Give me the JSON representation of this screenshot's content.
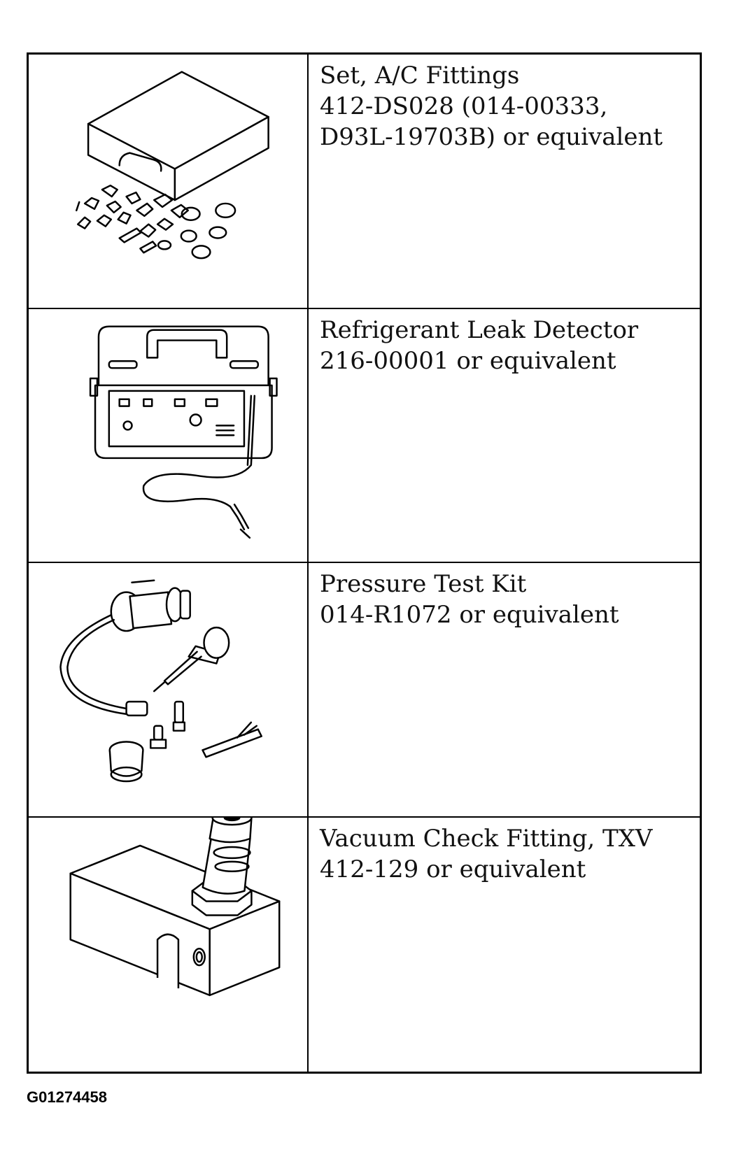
{
  "tools": [
    {
      "illustration_icon": "ac-fittings-case-icon",
      "lines": [
        "Set, A/C Fittings",
        "412-DS028 (014-00333,",
        "D93L-19703B) or equivalent"
      ]
    },
    {
      "illustration_icon": "leak-detector-icon",
      "lines": [
        "Refrigerant Leak Detector",
        "216-00001 or equivalent"
      ]
    },
    {
      "illustration_icon": "pressure-test-kit-icon",
      "lines": [
        "Pressure Test Kit",
        "014-R1072 or equivalent"
      ]
    },
    {
      "illustration_icon": "vacuum-check-fitting-icon",
      "lines": [
        "Vacuum Check Fitting, TXV",
        "412-129 or equivalent"
      ]
    }
  ],
  "figure_id": "G01274458"
}
